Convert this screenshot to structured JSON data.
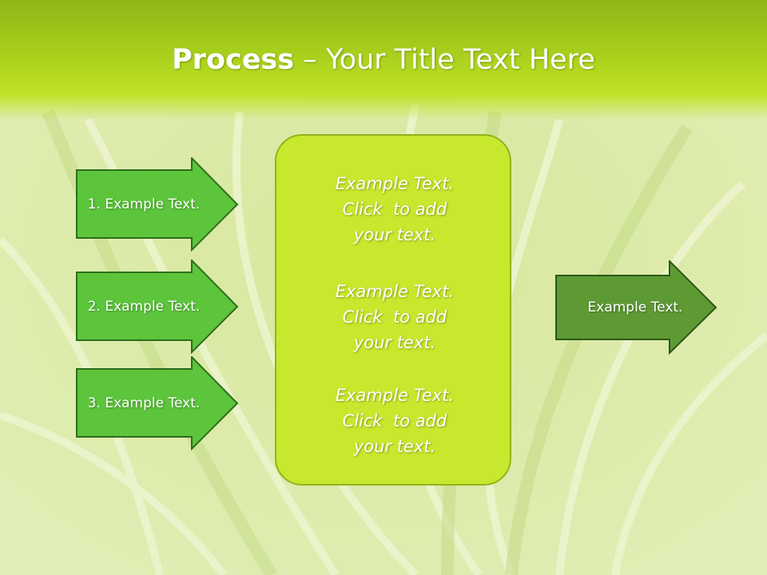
{
  "title": {
    "bold": "Process",
    "rest": " – Your Title Text Here"
  },
  "inputs": [
    {
      "label": "1. Example Text."
    },
    {
      "label": "2. Example Text."
    },
    {
      "label": "3. Example Text."
    }
  ],
  "center_items": [
    {
      "line1": "Example Text.",
      "line2": "Click  to add",
      "line3": "your text."
    },
    {
      "line1": "Example Text.",
      "line2": "Click  to add",
      "line3": "your text."
    },
    {
      "line1": "Example Text.",
      "line2": "Click  to add",
      "line3": "your text."
    }
  ],
  "output": {
    "label": "Example Text."
  },
  "colors": {
    "header": "#a6cd1c",
    "input_arrow_fill": "#5cc53b",
    "input_arrow_stroke": "#2f6d1c",
    "center_fill": "#c8e82e",
    "output_arrow_fill": "#5e9a34"
  }
}
